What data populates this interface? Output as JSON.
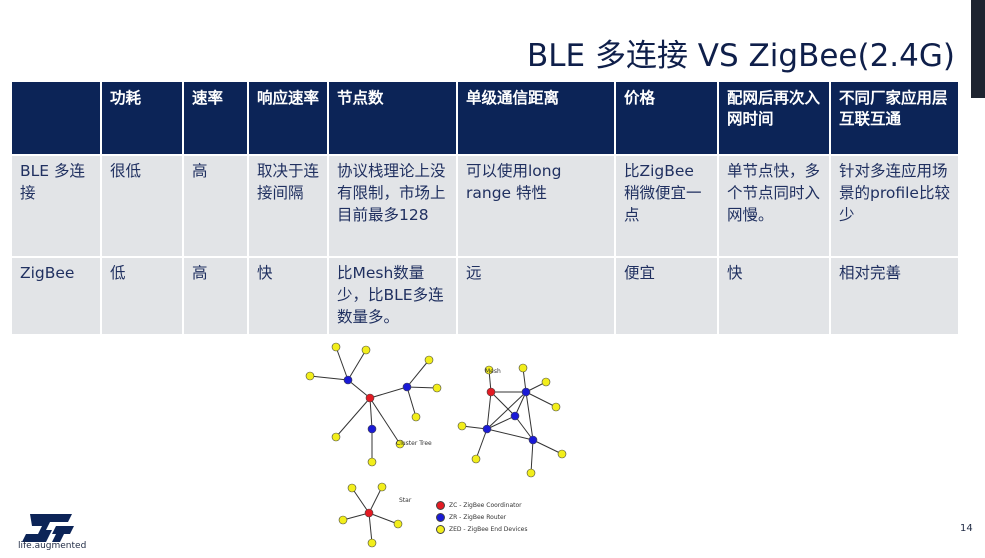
{
  "slide": {
    "title": "BLE 多连接 VS ZigBee(2.4G)",
    "page_number": "14",
    "tagline": "life.augmented"
  },
  "table": {
    "headers": [
      "",
      "功耗",
      "速率",
      "响应速率",
      "节点数",
      "单级通信距离",
      "价格",
      "配网后再次入网时间",
      "不同厂家应用层互联互通"
    ],
    "rows": [
      [
        "BLE 多连接",
        "很低",
        "高",
        "取决于连接间隔",
        "协议栈理论上没有限制，市场上目前最多128",
        "可以使用long range 特性",
        "比ZigBee稍微便宜一点",
        "单节点快，多个节点同时入网慢。",
        "针对多连应用场景的profile比较少"
      ],
      [
        "ZigBee",
        "低",
        "高",
        "快",
        "比Mesh数量少，比BLE多连数量多。",
        "远",
        "便宜",
        "快",
        "相对完善"
      ]
    ]
  },
  "diagram": {
    "labels": {
      "cluster_tree": "Cluster Tree",
      "mesh": "Mesh",
      "star": "Star"
    },
    "legend": [
      {
        "label": "ZC - ZigBee Coordinator",
        "color": "#e31b23"
      },
      {
        "label": "ZR - ZigBee Router",
        "color": "#1a1ad6"
      },
      {
        "label": "ZED - ZigBee End Devices",
        "color": "#f2ee1b"
      }
    ]
  },
  "colors": {
    "header_bg": "#0c2457",
    "cell_bg": "#e2e4e7",
    "title": "#0f1f4a"
  }
}
